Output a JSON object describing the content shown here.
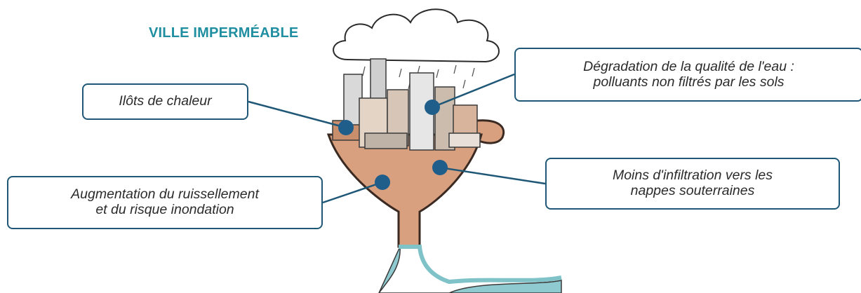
{
  "title": {
    "text": "VILLE IMPERMÉABLE",
    "color": "#1f8ea0"
  },
  "labels": {
    "chaleur": "Ilôts de chaleur",
    "qualite": "Dégradation de la qualité de l'eau :\npolluants non filtrés par les sols",
    "infiltration": "Moins d'infiltration vers les\nnappes souterraines",
    "ruissellement": "Augmentation du ruissellement\net du risque inondation"
  },
  "colors": {
    "box_border": "#1f5777",
    "marker": "#1f5e8a",
    "funnel": "#d9a07f",
    "funnel_outline": "#3a2a22",
    "water": "#7fc3c9"
  },
  "icons": [
    "cloud-icon",
    "rain-icon",
    "city-icon",
    "funnel-icon",
    "water-icon"
  ]
}
